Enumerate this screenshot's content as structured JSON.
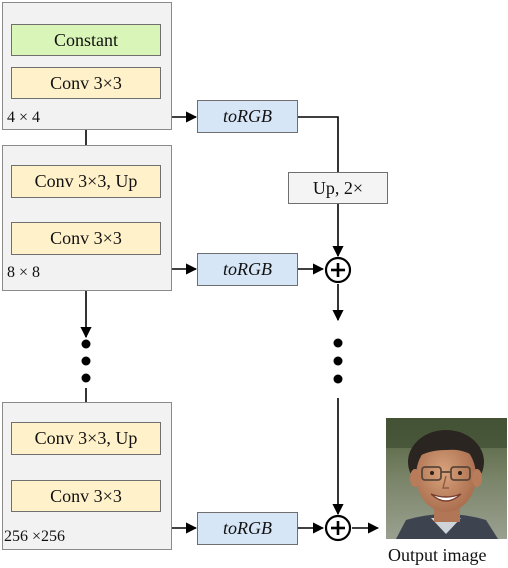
{
  "stages": [
    {
      "resolution": "4 × 4",
      "blocks": [
        "Constant",
        "Conv 3×3"
      ]
    },
    {
      "resolution": "8 × 8",
      "blocks": [
        "Conv 3×3, Up",
        "Conv 3×3"
      ]
    },
    {
      "resolution": "256 ×256",
      "blocks": [
        "Conv 3×3, Up",
        "Conv 3×3"
      ]
    }
  ],
  "torgb_label": "toRGB",
  "upsample_label": "Up, 2×",
  "output_caption": "Output image",
  "colors": {
    "constant_fill": "#d9f5b7",
    "conv_fill": "#fff1c9",
    "torgb_fill": "#d6e6f6",
    "stage_fill": "#f2f2f2"
  },
  "icons": [
    "plus-circle-icon",
    "vertical-ellipsis",
    "face-photo"
  ]
}
